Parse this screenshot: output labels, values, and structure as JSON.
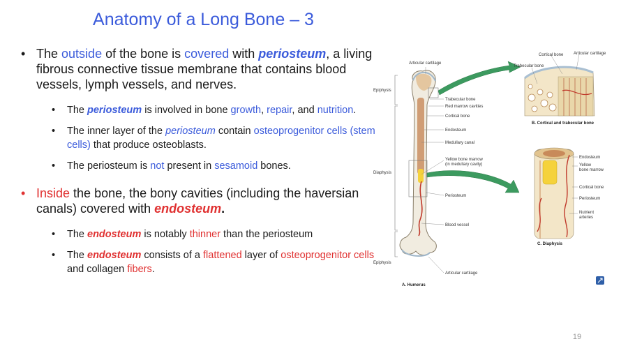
{
  "title": "Anatomy of a Long Bone – 3",
  "page_number": "19",
  "bullets": {
    "b1": {
      "t1": "The ",
      "outside": "outside",
      "t2": " of the bone is ",
      "covered": "covered",
      "t3": " with ",
      "periosteum": "periosteum",
      "t4": ", a living fibrous connective tissue membrane that contains blood vessels, lymph vessels, and nerves."
    },
    "s1": {
      "t1": "The ",
      "periosteum": "periosteum",
      "t2": " is involved in bone ",
      "growth": "growth",
      ",": ", ",
      "repair": "repair",
      "t3": ", and ",
      "nutrition": "nutrition",
      "t4": "."
    },
    "s2": {
      "t1": "The inner layer of the ",
      "periosteum": "periosteum",
      "t2": " contain ",
      "osteo": "osteoprogenitor cells (stem cells)",
      "t3": " that produce osteoblasts."
    },
    "s3": {
      "t1": "The periosteum is ",
      "not": "not",
      "t2": " present in ",
      "sesamoid": "sesamoid",
      "t3": " bones."
    },
    "b2": {
      "inside": "Inside",
      "t1": " the bone, the bony cavities (including the haversian canals) covered with ",
      "endosteum": "endosteum",
      "t2": "."
    },
    "s4": {
      "t1": "The ",
      "endosteum": "endosteum",
      "t2": " is notably ",
      "thinner": "thinner",
      "t3": " than the periosteum"
    },
    "s5": {
      "t1": "The ",
      "endosteum": "endosteum",
      "t2": " consists of a ",
      "flattened": "flattened",
      "t3": " layer of ",
      "osteo": "osteoprogenitor cells",
      "t4": " and collagen ",
      "fibers": "fibers",
      "t5": "."
    }
  },
  "figure": {
    "labels_left": {
      "epiphysis_top": "Epiphysis",
      "diaphysis": "Diaphysis",
      "epiphysis_bottom": "Epiphysis"
    },
    "labels_right": {
      "articular_top": "Articular cartilage",
      "trabecular": "Trabecular bone",
      "red_marrow": "Red marrow cavities",
      "cortical": "Cortical bone",
      "endosteum": "Endosteum",
      "medullary": "Medullary canal",
      "yellow_marrow_1": "Yellow bone marrow",
      "yellow_marrow_2": "(in medullary cavity)",
      "periosteum": "Periosteum",
      "blood_vessel": "Blood vessel",
      "articular_bottom": "Articular cartilage"
    },
    "caption_a": "A.  Humerus",
    "panel_b": {
      "cortical": "Cortical bone",
      "articular": "Articular cartilage",
      "trabecular": "Trabecular bone",
      "caption": "B.  Cortical and trabecular bone"
    },
    "panel_c": {
      "endosteum": "Endosteum",
      "yellow_1": "Yellow",
      "yellow_2": "bone marrow",
      "cortical": "Cortical bone",
      "periosteum": "Periosteum",
      "nutrient_1": "Nutrient",
      "nutrient_2": "arteries",
      "caption": "C.  Diaphysis"
    }
  }
}
